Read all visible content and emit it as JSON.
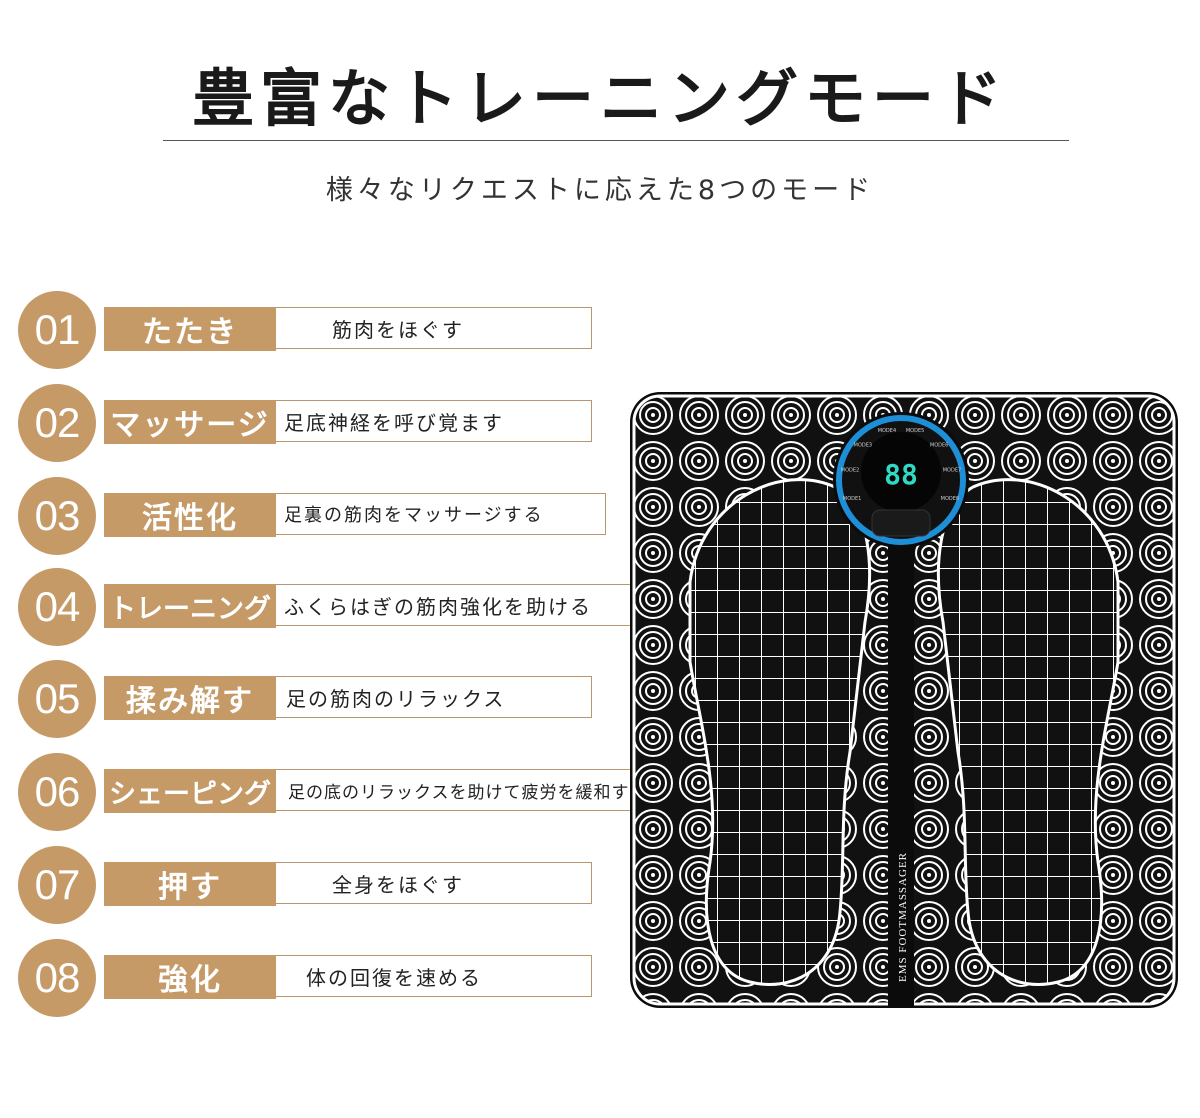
{
  "header": {
    "title": "豊富なトレーニングモード",
    "subtitle": "様々なリクエストに応えた8つのモード"
  },
  "modes": [
    {
      "num": "01",
      "name": "たたき",
      "desc": "筋肉をほぐす"
    },
    {
      "num": "02",
      "name": "マッサージ",
      "desc": "足底神経を呼び覚ます"
    },
    {
      "num": "03",
      "name": "活性化",
      "desc": "足裏の筋肉をマッサージする"
    },
    {
      "num": "04",
      "name": "トレーニング",
      "desc": "ふくらはぎの筋肉強化を助ける"
    },
    {
      "num": "05",
      "name": "揉み解す",
      "desc": "足の筋肉のリラックス"
    },
    {
      "num": "06",
      "name": "シェーピング",
      "desc": "足の底のリラックスを助けて疲労を緩和する"
    },
    {
      "num": "07",
      "name": "押す",
      "desc": "全身をほぐす"
    },
    {
      "num": "08",
      "name": "強化",
      "desc": "体の回復を速める"
    }
  ],
  "product": {
    "display_value": "88",
    "side_label": "EMS FOOTMASSAGER",
    "mode_ring_labels": [
      "MODE1",
      "MODE2",
      "MODE3",
      "MODE4",
      "MODE5",
      "MODE6",
      "MODE7",
      "MODE8"
    ]
  },
  "colors": {
    "accent": "#c59a67",
    "mat_background": "#111111",
    "mat_lines": "#ffffff",
    "display_ring": "#1e8fd6"
  }
}
